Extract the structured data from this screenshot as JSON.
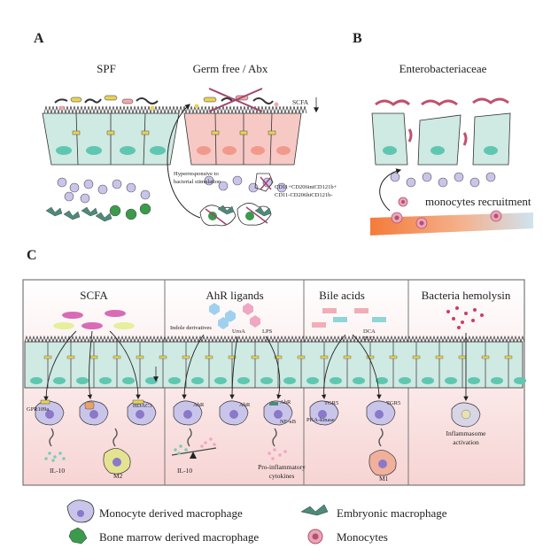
{
  "panel_a": {
    "letter": "A",
    "spf_title": "SPF",
    "gf_title": "Germ free / Abx",
    "scfa_label": "SCFA",
    "hyper_label_1": "Hyperresponsive to",
    "hyper_label_2": "bacterial stimulation",
    "marker_label_1": "CD11+CD206intCD121b+",
    "marker_label_2": "CD11-CD206hiCD121b-"
  },
  "panel_b": {
    "letter": "B",
    "title": "Enterobacteriaceae",
    "recruit_label": "monocytes recruitment"
  },
  "panel_c": {
    "letter": "C",
    "sections": {
      "scfa": {
        "title": "SCFA",
        "gpr": "GPR109a",
        "hdac": "HDAC3",
        "il10": "IL-10",
        "m2": "M2"
      },
      "ahr": {
        "title": "AhR ligands",
        "indole": "Indole derivatives",
        "uroa": "UroA",
        "lps": "LPS",
        "ahr1": "AhR",
        "ahr2": "AhR",
        "ahr3": "AhR",
        "nfkb": "NF-κB",
        "il10": "IL-10",
        "cyto1": "Pro-inflammatory",
        "cyto2": "cytokines"
      },
      "bile": {
        "title": "Bile acids",
        "dca": "DCA",
        "tlc": "TLC",
        "tgr5a": "TGR5",
        "tgr5b": "TGR5",
        "pka": "PKA-kinase",
        "m1": "M1"
      },
      "hemo": {
        "title": "Bacteria hemolysin",
        "inflam1": "Inflammasome",
        "inflam2": "activation"
      }
    }
  },
  "legend": {
    "monocyte_macrophage": "Monocyte derived macrophage",
    "embryonic_macrophage": "Embryonic macrophage",
    "bm_macrophage": "Bone marrow derived macrophage",
    "monocytes": "Monocytes"
  },
  "colors": {
    "epithelium_green": "#cfe9e3",
    "epithelium_pink": "#f6c9c5",
    "macrophage_purple": "#c9c5ea",
    "embryonic_green": "#4c8a7a",
    "bm_green": "#3c9a4c",
    "monocyte_pink": "#e9a6b8",
    "scfa_magenta": "#d86bb6",
    "scfa_yellow": "#e5ef9c",
    "ahr_blue": "#9fd1ef",
    "ahr_pink": "#f0a7c3",
    "bile_pink": "#f1aeb8",
    "bile_teal": "#8fd6d8",
    "hemolysin_red": "#d23a66"
  }
}
